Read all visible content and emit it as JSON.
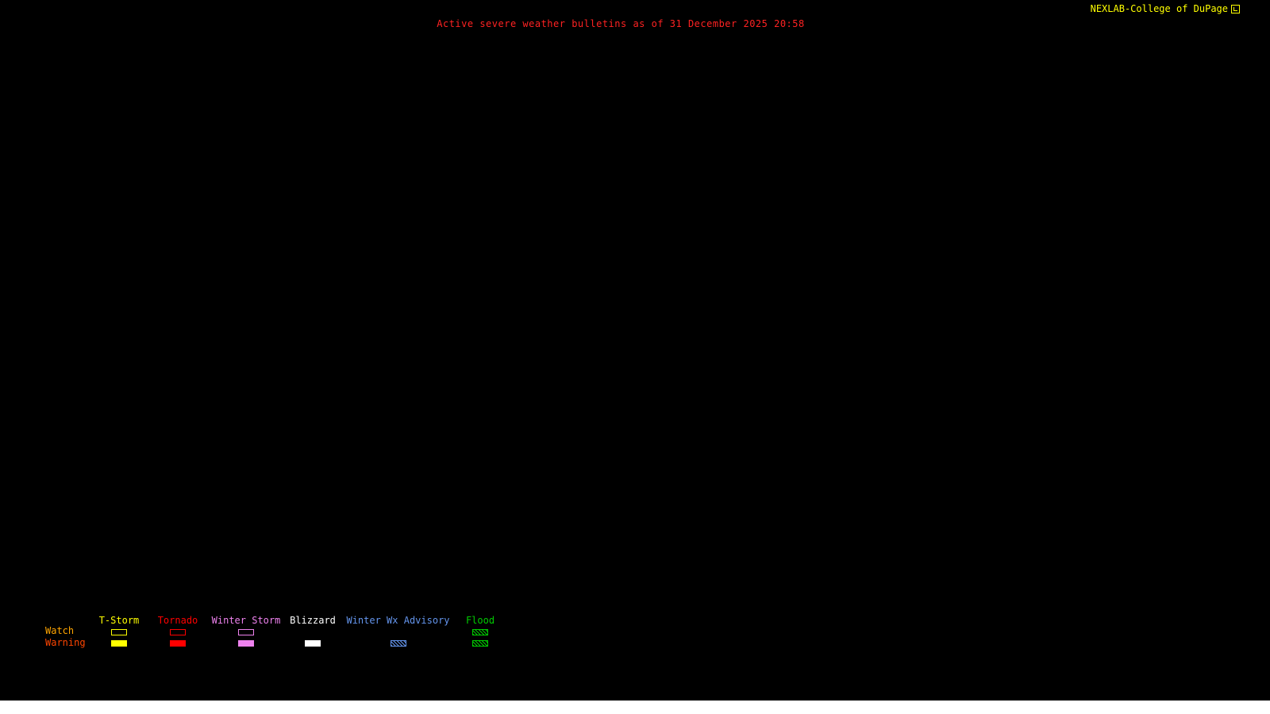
{
  "page": {
    "background": "#000000"
  },
  "header": {
    "brand": {
      "label": "NEXLAB-College of DuPage",
      "color": "#FFFF00"
    },
    "title": {
      "label": "Active severe weather bulletins as of 31 December 2025 20:58",
      "color": "#FF2222"
    }
  },
  "legend": {
    "row_labels": [
      {
        "label": "Watch",
        "color": "#FFA500"
      },
      {
        "label": "Warning",
        "color": "#FF4500"
      }
    ],
    "columns": [
      {
        "label": "T-Storm",
        "color": "#FFFF00",
        "watch": {
          "type": "outline",
          "color": "#FFFF00"
        },
        "warning": {
          "type": "fill",
          "color": "#FFFF00"
        }
      },
      {
        "label": "Tornado",
        "color": "#FF0000",
        "watch": {
          "type": "outline",
          "color": "#FF0000"
        },
        "warning": {
          "type": "fill",
          "color": "#FF0000"
        }
      },
      {
        "label": "Winter Storm",
        "color": "#EE82EE",
        "watch": {
          "type": "outline",
          "color": "#EE82EE"
        },
        "warning": {
          "type": "fill",
          "color": "#EE82EE"
        }
      },
      {
        "label": "Blizzard",
        "color": "#FFFFFF",
        "watch": {
          "type": "none"
        },
        "warning": {
          "type": "fill",
          "color": "#FFFFFF"
        }
      },
      {
        "label": "Winter Wx Advisory",
        "color": "#6495ED",
        "watch": {
          "type": "none"
        },
        "warning": {
          "type": "hatch",
          "color": "#6495ED"
        }
      },
      {
        "label": "Flood",
        "color": "#00CC00",
        "watch": {
          "type": "hatch",
          "color": "#00CC00"
        },
        "warning": {
          "type": "hatch",
          "color": "#00CC00"
        }
      }
    ]
  }
}
